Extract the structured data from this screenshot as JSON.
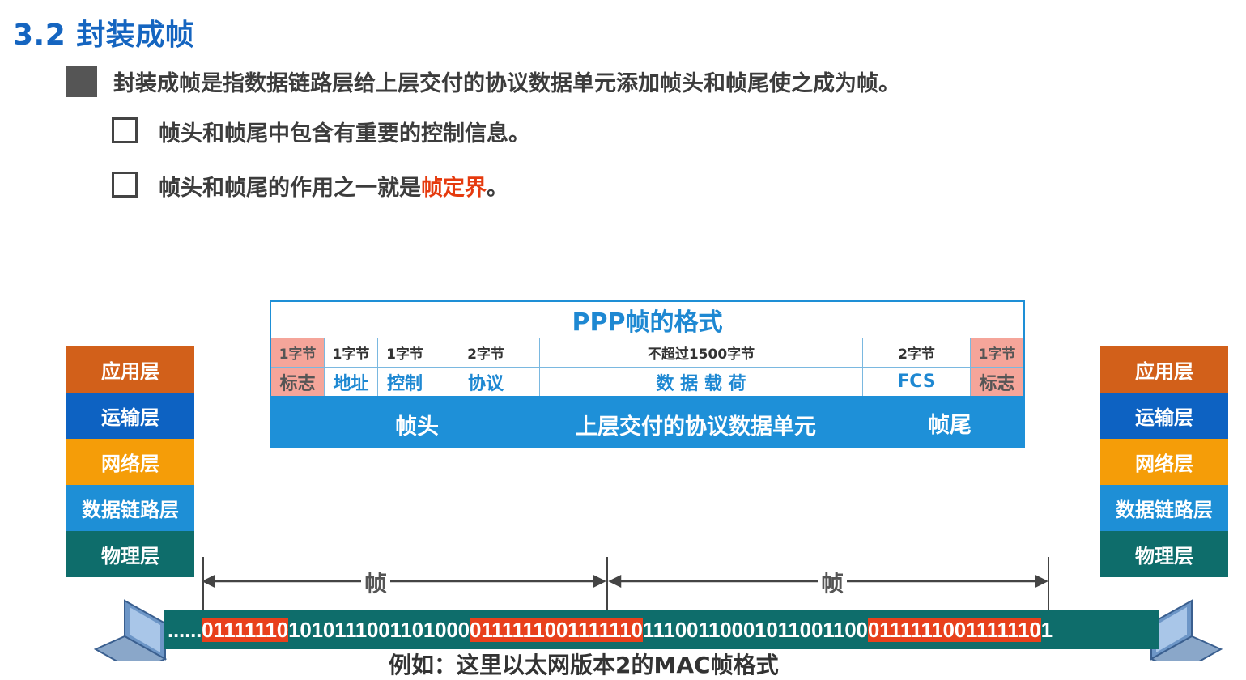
{
  "title": "3.2 封装成帧",
  "bullet": "封装成帧是指数据链路层给上层交付的协议数据单元添加帧头和帧尾使之成为帧。",
  "sub_items": [
    {
      "text": "帧头和帧尾中包含有重要的控制信息。"
    },
    {
      "prefix": "帧头和帧尾的作用之一就是",
      "highlight": "帧定界",
      "suffix": "。"
    }
  ],
  "ppp": {
    "title": "PPP帧的格式",
    "fields": [
      {
        "size": "1字节",
        "name": "标志"
      },
      {
        "size": "1字节",
        "name": "地址"
      },
      {
        "size": "1字节",
        "name": "控制"
      },
      {
        "size": "2字节",
        "name": "协议"
      },
      {
        "size": "不超过1500字节",
        "name": "数 据 载 荷"
      },
      {
        "size": "2字节",
        "name": "FCS"
      },
      {
        "size": "1字节",
        "name": "标志"
      }
    ],
    "band": {
      "header": "帧头",
      "payload": "上层交付的协议数据单元",
      "trailer": "帧尾"
    }
  },
  "layers": [
    "应用层",
    "运输层",
    "网络层",
    "数据链路层",
    "物理层"
  ],
  "frame_label": "帧",
  "bitstream": {
    "lead": "......",
    "segments": [
      {
        "text": "01111110",
        "flag": true
      },
      {
        "text": "1010111001101000",
        "flag": false
      },
      {
        "text": "01111110",
        "flag": true
      },
      {
        "text": "01111110",
        "flag": true
      },
      {
        "text": "11100110001011001100",
        "flag": false
      },
      {
        "text": "01111110",
        "flag": true
      },
      {
        "text": "01111110",
        "flag": true
      },
      {
        "text": "1",
        "flag": false
      }
    ]
  },
  "caption": "例如：这里以太网版本2的MAC帧格式",
  "colors": {
    "title_blue": "#1565c0",
    "highlight_red": "#e53a0e",
    "flag_red": "#e8401c",
    "app": "#d2601a",
    "transport": "#0d62c2",
    "network": "#f59d08",
    "datalink": "#1e8fd6",
    "physical": "#0e6d6b"
  },
  "icons": [
    "laptop-icon-left",
    "laptop-icon-right",
    "checkbox-icon",
    "bullet-square-icon"
  ]
}
